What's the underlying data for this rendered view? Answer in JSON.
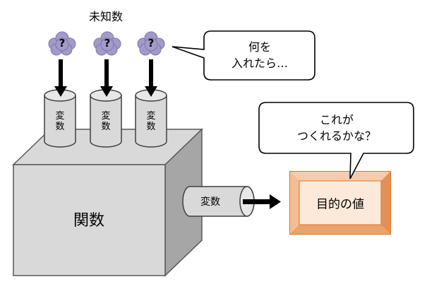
{
  "unknowns_label": "未知数",
  "unknown_symbol": "?",
  "variable_short": "変数",
  "variable_top_char": "変",
  "variable_bottom_char": "数",
  "function_label": "関数",
  "output_variable_label": "変数",
  "target_label": "目的の値",
  "bubble_input": {
    "line1": "何を",
    "line2": "入れたら…"
  },
  "bubble_output": {
    "line1": "これが",
    "line2": "つくれるかな？"
  },
  "colors": {
    "cloud": "#a29ac8",
    "cylinder": "#d9d9d9",
    "box_front": "#d9d9d9",
    "box_side": "#a6a6a6",
    "target_frame": "#f4a460",
    "target_inner": "#fde9d9",
    "target_border": "#d97420"
  }
}
